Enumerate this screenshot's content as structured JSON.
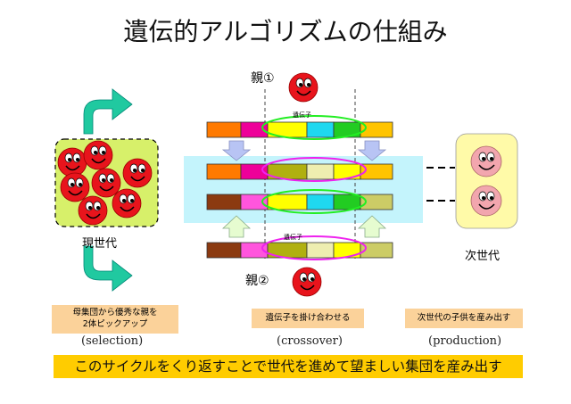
{
  "title": "遺伝的アルゴリズムの仕組み",
  "labels": {
    "parent1": "親①",
    "parent2": "親②",
    "gene_top": "遺伝子",
    "gene_bottom": "遺伝子",
    "current_gen": "現世代",
    "next_gen": "次世代"
  },
  "steps": [
    {
      "jp_line1": "母集団から優秀な親を",
      "jp_line2": "2体ピックアップ",
      "en": "(selection)"
    },
    {
      "jp_line1": "遺伝子を掛け合わせる",
      "jp_line2": "",
      "en": "(crossover)"
    },
    {
      "jp_line1": "次世代の子供を産み出す",
      "jp_line2": "",
      "en": "(production)"
    }
  ],
  "banner": "このサイクルをくり返すことで世代を進めて望ましい集団を産み出す",
  "colors": {
    "population_bg": "#d7f06a",
    "next_gen_bg": "#fffaa8",
    "crossover_bg": "#c4f4fc",
    "face_red": "#e8141c",
    "face_pink": "#f2a6ae",
    "step_box": "#fbd29a",
    "banner": "#ffcc00",
    "arrow_green": "#20c9a0",
    "ellipse_green": "#22ee22",
    "ellipse_magenta": "#ee22ee"
  }
}
